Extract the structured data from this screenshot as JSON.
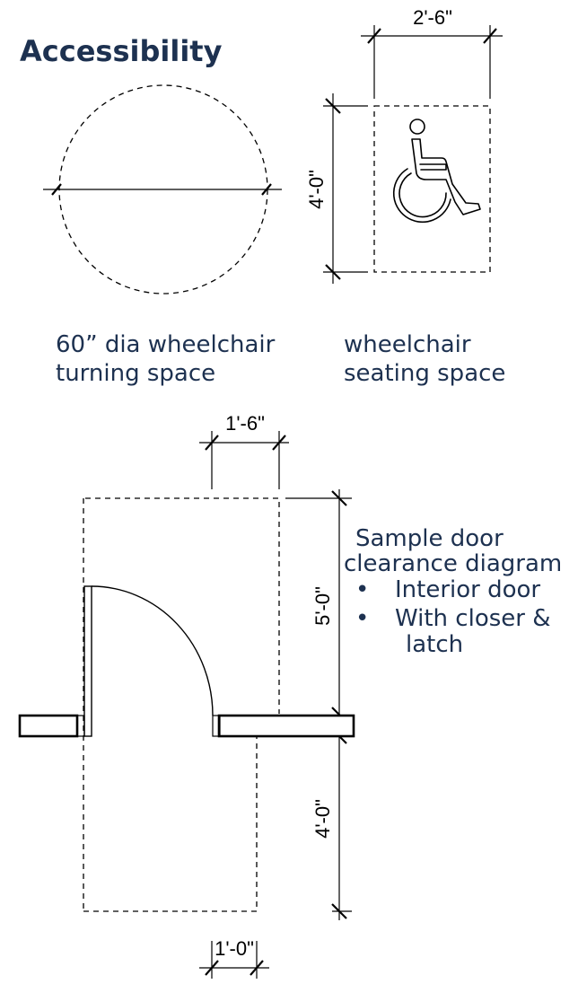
{
  "title": "Accessibility",
  "turning_space": {
    "caption_line1": "60” dia wheelchair",
    "caption_line2": "turning space"
  },
  "seating_space": {
    "width_label": "2'-6\"",
    "depth_label": "4'-0\"",
    "caption_line1": "wheelchair",
    "caption_line2": "seating space",
    "symbol": "wheelchair-icon"
  },
  "door_clearance": {
    "latch_side_push_label": "1'-6\"",
    "pull_side_depth_label": "5'-0\"",
    "push_side_depth_label": "4'-0\"",
    "latch_side_pull_label": "1'-0\"",
    "heading_line1": "Sample door",
    "heading_line2": "clearance diagram",
    "bullets": [
      "Interior door",
      "With closer &",
      "latch"
    ]
  }
}
